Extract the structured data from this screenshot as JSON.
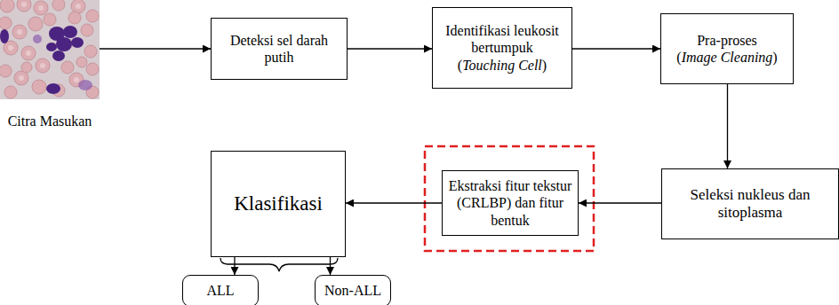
{
  "diagram": {
    "nodes": [
      {
        "text": [
          "Citra Masukan"
        ]
      },
      {
        "text": [
          "Deteksi sel darah putih"
        ]
      },
      {
        "text": [
          "Identifikasi leukosit bertumpuk (Touching Cell)"
        ]
      },
      {
        "text": [
          "Pra-proses (Image Cleaning)"
        ]
      },
      {
        "text": [
          "Seleksi nukleus dan sitoplasma"
        ]
      },
      {
        "text": [
          "Ekstraksi fitur tekstur (CRLBP) dan fitur bentuk"
        ]
      },
      {
        "text": [
          "Klasifikasi"
        ]
      },
      {
        "text": [
          "ALL"
        ]
      },
      {
        "text": [
          "Non-ALL"
        ]
      }
    ],
    "edges": [
      {
        "from": 0,
        "to": 1,
        "arrow": "to"
      },
      {
        "from": 1,
        "to": 2,
        "arrow": "to"
      },
      {
        "from": 2,
        "to": 3,
        "arrow": "to"
      },
      {
        "from": 3,
        "to": 4,
        "arrow": "to"
      },
      {
        "from": 4,
        "to": 5,
        "arrow": "to"
      },
      {
        "from": 5,
        "to": 6,
        "arrow": "to"
      },
      {
        "from": 6,
        "to": 7,
        "arrow": "to"
      },
      {
        "from": 6,
        "to": 8,
        "arrow": "to"
      }
    ]
  }
}
